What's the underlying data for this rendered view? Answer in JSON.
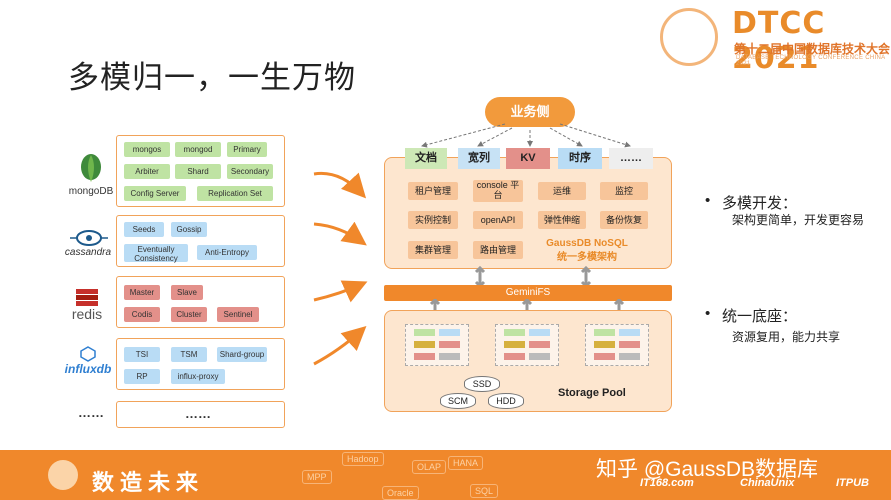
{
  "title": "多模归一，一生万物",
  "logo": {
    "name": "DTCC 2021",
    "subtitle": "第十二届中国数据库技术大会",
    "subtitle_en": "DATABASE TECHNOLOGY CONFERENCE CHINA 2021"
  },
  "databases": [
    {
      "name": "mongoDB",
      "chips": [
        "mongos",
        "mongod",
        "Primary",
        "Arbiter",
        "Shard",
        "Secondary",
        "Config Server",
        "Replication Set"
      ]
    },
    {
      "name": "cassandra",
      "chips": [
        "Seeds",
        "Gossip",
        "Eventually Consistency",
        "Anti-Entropy"
      ]
    },
    {
      "name": "redis",
      "chips": [
        "Master",
        "Slave",
        "Codis",
        "Cluster",
        "Sentinel"
      ]
    },
    {
      "name": "influxdb",
      "chips": [
        "TSI",
        "TSM",
        "Shard-group",
        "RP",
        "influx-proxy"
      ]
    },
    {
      "name": "……",
      "chips": [
        "……"
      ]
    }
  ],
  "architecture": {
    "top": "业务侧",
    "tags": [
      "文档",
      "宽列",
      "KV",
      "时序",
      "……"
    ],
    "buttons": [
      "租户管理",
      "console 平台",
      "运维",
      "监控",
      "实例控制",
      "openAPI",
      "弹性伸缩",
      "备份恢复",
      "集群管理",
      "路由管理"
    ],
    "gauss_line1": "GaussDB NoSQL",
    "gauss_line2": "统一多模架构",
    "gemini": "GeminiFS",
    "disks": [
      "SSD",
      "SCM",
      "HDD"
    ],
    "storage_label": "Storage Pool"
  },
  "bullets": [
    {
      "head": "多模开发：",
      "sub": "架构更简单，开发更容易"
    },
    {
      "head": "统一底座：",
      "sub": "资源复用，能力共享"
    }
  ],
  "footer": {
    "slogan": "数造未来",
    "tags": [
      "Hadoop",
      "OLAP",
      "HANA",
      "MPP",
      "SQL",
      "Oracle"
    ],
    "watermark": "知乎 @GaussDB数据库",
    "brands": [
      "IT168.com",
      "ChinaUnix",
      "ITPUB"
    ]
  },
  "colors": {
    "accent": "#f0882b",
    "green": "#bfe3a3",
    "blue": "#b9dcf5",
    "red": "#e3908a",
    "light": "#fde6cf"
  }
}
